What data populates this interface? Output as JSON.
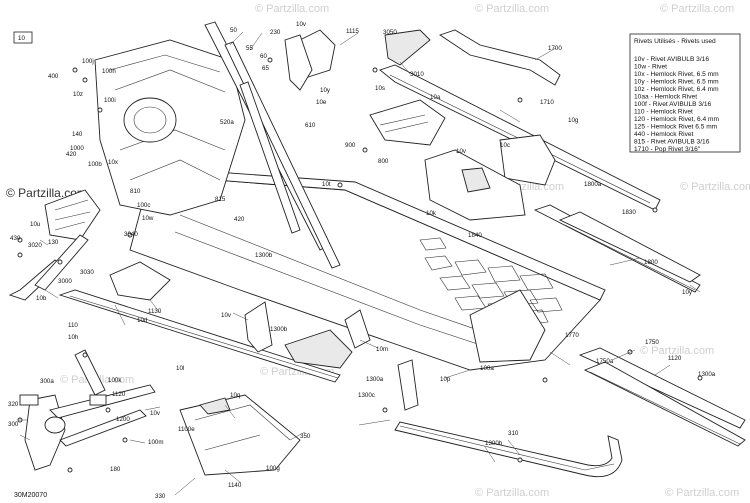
{
  "page_id_box": "10",
  "diagram_code": "30M20070",
  "watermark": "© Partzilla.com",
  "legend": {
    "title": "Rivets Utilisés - Rivets used",
    "lines": [
      "10v - Rivet AVIBULB 3/16",
      "10w - Rivet",
      "10x - Hemlock Rivet, 6.5 mm",
      "10y - Hemlock Rivet, 6.5 mm",
      "10z - Hemlock Rivet, 6.4 mm",
      "10aa - Hemlock Rivet",
      "100f - Rivet AVIBULB 3/16",
      "110 - Hemlock Rivet",
      "120 - Hemlock Rivet, 6.4 mm",
      "125 - Hemlock Rivet 6.5 mm",
      "440 - Hemlock Rivet",
      "815 - Rivet AVIBULB 3/16",
      "1710 - Pop Rivet 3/16\""
    ]
  },
  "callouts": [
    "50",
    "230",
    "10v",
    "60",
    "55",
    "65",
    "1115",
    "3050",
    "3010",
    "1700",
    "1710",
    "100j",
    "100h",
    "400",
    "10z",
    "100i",
    "10y",
    "10e",
    "10s",
    "10a",
    "10g",
    "140",
    "1000",
    "520a",
    "610",
    "900",
    "800",
    "10c",
    "10v",
    "1800a",
    "1830",
    "420",
    "100b",
    "10x",
    "10t",
    "10k",
    "1800",
    "10u",
    "100c",
    "10w",
    "810",
    "420",
    "430",
    "3020",
    "130",
    "3040",
    "815",
    "1300b",
    "1840",
    "10y",
    "3030",
    "3000",
    "10b",
    "1130",
    "10d",
    "10v",
    "1300b",
    "10m",
    "1770",
    "1750",
    "1120",
    "110",
    "10h",
    "10l",
    "1300a",
    "10p",
    "1750a",
    "1300a",
    "100a",
    "300a",
    "100k",
    "10q",
    "1300c",
    "1300b",
    "310",
    "320",
    "300",
    "1120",
    "1200",
    "10v",
    "1100e",
    "350",
    "100m",
    "1140",
    "180",
    "100g",
    "330"
  ]
}
